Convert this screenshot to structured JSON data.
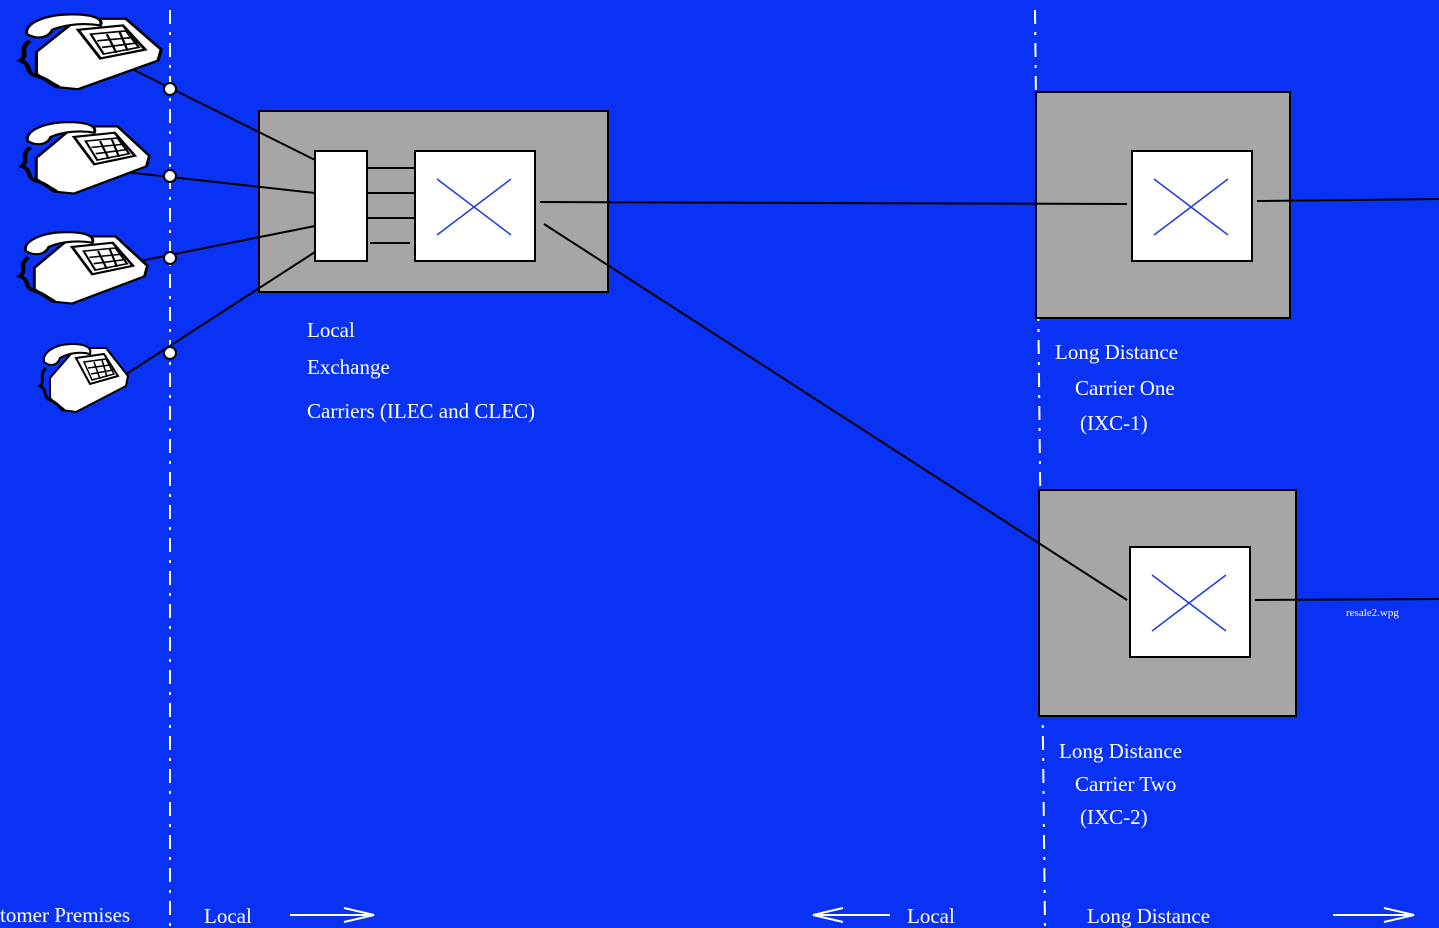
{
  "colors": {
    "background": "#0a32f5",
    "box_fill": "#a6a6a6",
    "switch_fill": "#ffffff",
    "switch_x": "#1e3ce6",
    "line": "#000000",
    "text": "#ffffff"
  },
  "icons": {
    "phone": "telephone-icon",
    "switch": "crossbar-switch-icon",
    "arrow_right": "arrow-right-icon",
    "arrow_left": "arrow-left-icon"
  },
  "local_exchange": {
    "line1": "Local",
    "line2": "Exchange",
    "line3": "Carriers (ILEC and CLEC)"
  },
  "ixc1": {
    "line1": "Long Distance",
    "line2": "Carrier One",
    "line3": "(IXC-1)"
  },
  "ixc2": {
    "line1": "Long Distance",
    "line2": "Carrier Two",
    "line3": "(IXC-2)"
  },
  "filename": "resale2.wpg",
  "bottom": {
    "customer_premises": "tomer Premises",
    "local_left": "Local",
    "local_right": "Local",
    "long_distance": "Long Distance"
  }
}
